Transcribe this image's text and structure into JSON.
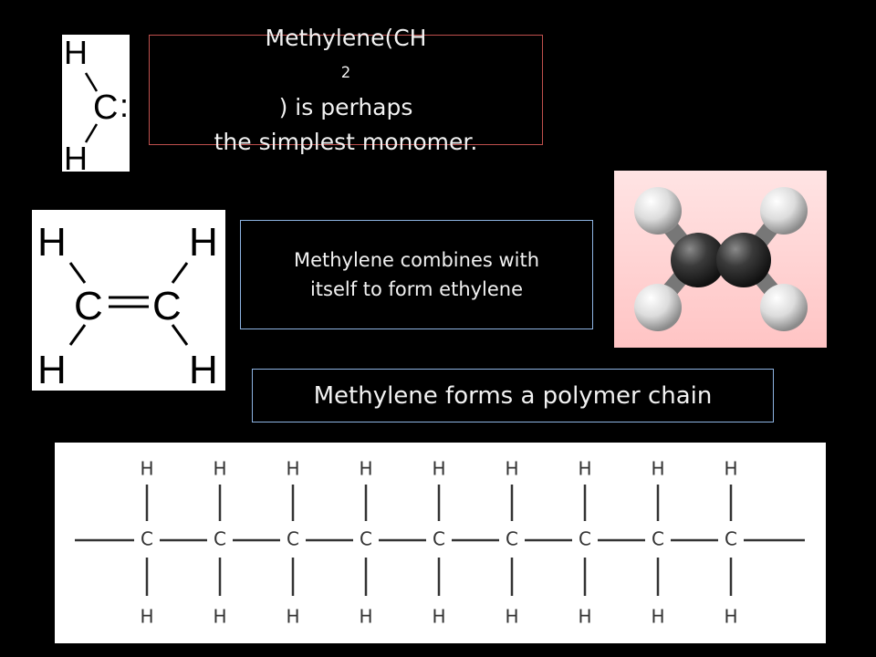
{
  "methylene": {
    "atom_h_top": "H",
    "atom_c": "C",
    "lone_pair": ":",
    "atom_h_bottom": "H",
    "caption_prefix": "Methylene(CH",
    "caption_sub": "2",
    "caption_suffix": ") is perhaps",
    "caption_line2": "the simplest monomer."
  },
  "ethylene": {
    "atom_h": "H",
    "atom_c": "C",
    "caption_line1": "Methylene combines with",
    "caption_line2": "itself to form ethylene",
    "model_colors": {
      "carbon": "#3a3a3a",
      "hydrogen": "#e8e8e8",
      "background": "#ffc4c4"
    }
  },
  "polymer": {
    "caption": "Methylene forms a polymer chain",
    "atom_h": "H",
    "atom_c": "C",
    "carbon_count": 9
  },
  "colors": {
    "methylene_border": "#c0504d",
    "caption_border": "#8eb4e3"
  }
}
